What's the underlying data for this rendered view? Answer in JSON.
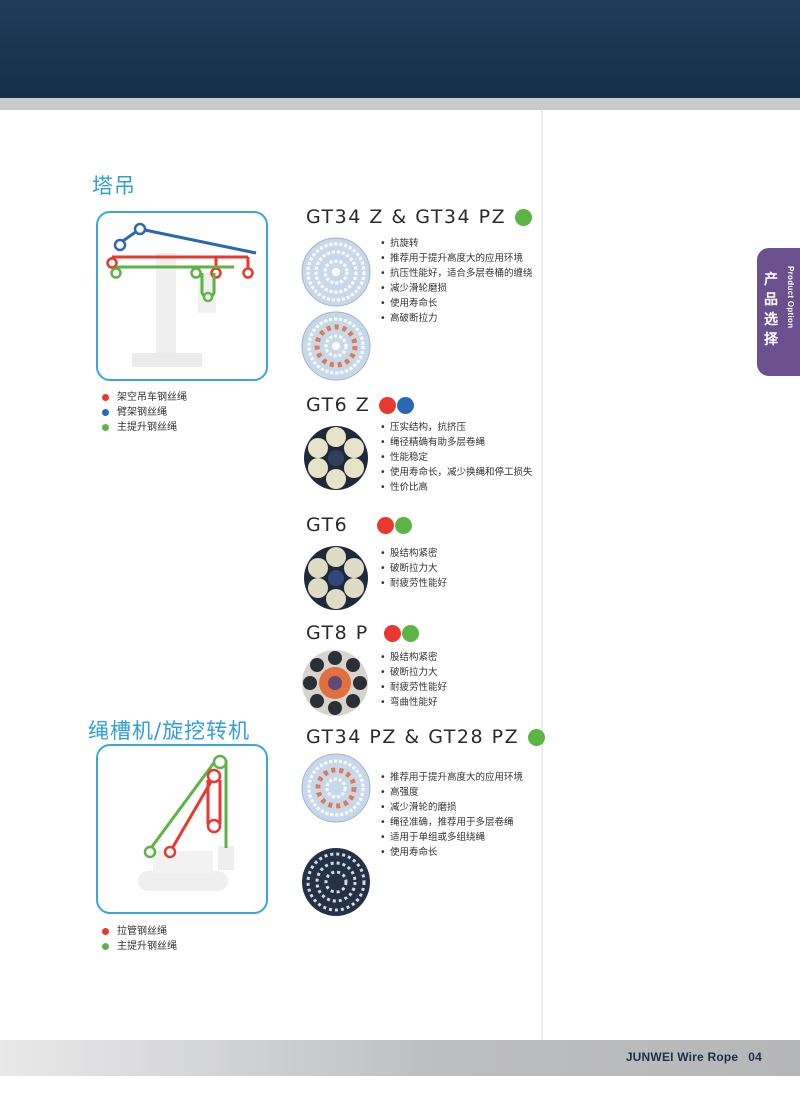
{
  "colors": {
    "red": "#e8382f",
    "blue": "#2a67b4",
    "green": "#5bb443",
    "accent": "#2f9fd6",
    "tab": "#6b4f8f"
  },
  "side_tab": {
    "zh": "产品选择",
    "en": "Product Option"
  },
  "footer": {
    "brand": "JUNWEI Wire Rope",
    "page": "04"
  },
  "sections": [
    {
      "title": "塔吊",
      "legend": [
        {
          "color": "red",
          "label": "架空吊车钢丝绳"
        },
        {
          "color": "blue",
          "label": "臂架钢丝绳"
        },
        {
          "color": "green",
          "label": "主提升钢丝绳"
        }
      ]
    },
    {
      "title": "绳槽机/旋挖转机",
      "legend": [
        {
          "color": "red",
          "label": "拉管钢丝绳"
        },
        {
          "color": "green",
          "label": "主提升钢丝绳"
        }
      ]
    }
  ],
  "products": [
    {
      "name": "GT34 Z  &  GT34 PZ",
      "dots": [
        "green"
      ],
      "features": [
        "抗旋转",
        "推荐用于提升高度大的应用环境",
        "抗压性能好，适合多层卷桶的缠绕",
        "减少滑轮磨损",
        "使用寿命长",
        "高破断拉力"
      ]
    },
    {
      "name": "GT6 Z",
      "dots": [
        "red",
        "blue"
      ],
      "features": [
        "压实结构，抗挤压",
        "绳径精确有助多层卷绳",
        "性能稳定",
        "使用寿命长，减少换绳和停工损失",
        "性价比高"
      ]
    },
    {
      "name": "GT6",
      "dots": [
        "red",
        "green"
      ],
      "features": [
        "股结构紧密",
        "破断拉力大",
        "耐疲劳性能好"
      ]
    },
    {
      "name": "GT8 P",
      "dots": [
        "red",
        "green"
      ],
      "features": [
        "股结构紧密",
        "破断拉力大",
        "耐疲劳性能好",
        "弯曲性能好"
      ]
    },
    {
      "name": "GT34 PZ & GT28 PZ",
      "dots": [
        "green"
      ],
      "features": [
        "推荐用于提升高度大的应用环境",
        "高强度",
        "减少滑轮的磨损",
        "绳径准确，推荐用于多层卷绳",
        "适用于单组或多组绕绳",
        "使用寿命长"
      ]
    }
  ]
}
